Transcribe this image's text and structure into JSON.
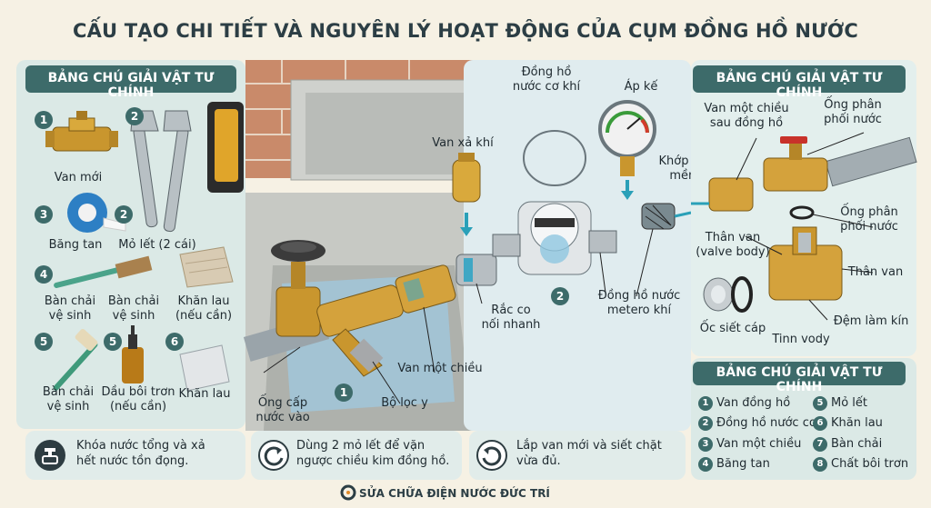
{
  "title": "CẤU TẠO CHI TIẾT VÀ NGUYÊN LÝ HOẠT ĐỘNG CỦA CỤM ĐỒNG HỒ NƯỚC",
  "left_panel": {
    "header": "BẢNG CHÚ GIẢI VẬT TƯ CHÍNH",
    "items": [
      {
        "num": "1",
        "label": "Van mới"
      },
      {
        "num": "2",
        "label": ""
      },
      {
        "num": "3",
        "label": "Băng tan"
      },
      {
        "num": "2",
        "label": "Mỏ lết (2 cái)"
      },
      {
        "num": "4",
        "label": "Bàn chải\nvệ sinh"
      },
      {
        "num": "",
        "label": "Bàn chải\nvệ sinh"
      },
      {
        "num": "",
        "label": "Khăn lau\n(nếu cần)"
      },
      {
        "num": "5",
        "label": "Bàn chải\nvệ sinh"
      },
      {
        "num": "5",
        "label": "Dầu bôi trơn\n(nếu cần)"
      },
      {
        "num": "6",
        "label": "Khăn lau"
      }
    ]
  },
  "center": {
    "labels": {
      "dong_ho_co": "Đồng hồ\nnước cơ khí",
      "ap_ke": "Áp kế",
      "van_xa_khi": "Van xả khí",
      "khop_noi": "Khớp nối\nmềm",
      "rac_co": "Rắc co\nnối nhanh",
      "dong_ho_metero": "Đồng hồ nước\nmetero khí",
      "van_mot_chieu": "Van một chiều",
      "ong_cap": "Ống cấp\nnước vào",
      "bo_loc": "Bộ lọc y"
    },
    "markers": [
      "1",
      "2"
    ]
  },
  "right_panel": {
    "header": "BẢNG CHÚ GIẢI VẬT TƯ CHÍNH",
    "labels": {
      "van_mot_chieu_sau": "Van một chiều\nsau đồng hồ",
      "ong_phan_top": "Ống phân\nphối nước",
      "ong_phan_mid": "Ống phân\nphối nước",
      "than_van_body": "Thân van\n(valve body)",
      "than_van": "Thân van",
      "oc_siet": "Ốc siết cáp",
      "dem": "Đệm làm kín",
      "tinn": "Tinn vody"
    }
  },
  "legend2": {
    "header": "BẢNG CHÚ GIẢI VẬT TƯ CHÍNH",
    "left": [
      {
        "num": "1",
        "label": "Van đồng hồ"
      },
      {
        "num": "2",
        "label": "Đồng hồ nước cơ"
      },
      {
        "num": "3",
        "label": "Van một chiều"
      },
      {
        "num": "4",
        "label": "Băng tan"
      }
    ],
    "right": [
      {
        "num": "5",
        "label": "Mỏ lết"
      },
      {
        "num": "6",
        "label": "Khăn lau"
      },
      {
        "num": "7",
        "label": "Bàn chải"
      },
      {
        "num": "8",
        "label": "Chất bôi trơn"
      }
    ]
  },
  "steps": [
    {
      "text": "Khóa nước tổng và xả\nhết nước tồn đọng.",
      "icon": "valve-key-icon"
    },
    {
      "text": "Dùng 2 mỏ lết để vặn\nngược chiều kim đồng hồ.",
      "icon": "rotate-ccw-icon"
    },
    {
      "text": "Lắp van mới và siết chặt\nvừa đủ.",
      "icon": "rotate-cw-icon"
    }
  ],
  "footer": "SỬA CHỮA ĐIỆN NƯỚC ĐỨC TRÍ",
  "colors": {
    "teal": "#3d6b6a",
    "panel": "#dbe9e6",
    "brass": "#c9962e",
    "bg": "#f6f1e4"
  }
}
